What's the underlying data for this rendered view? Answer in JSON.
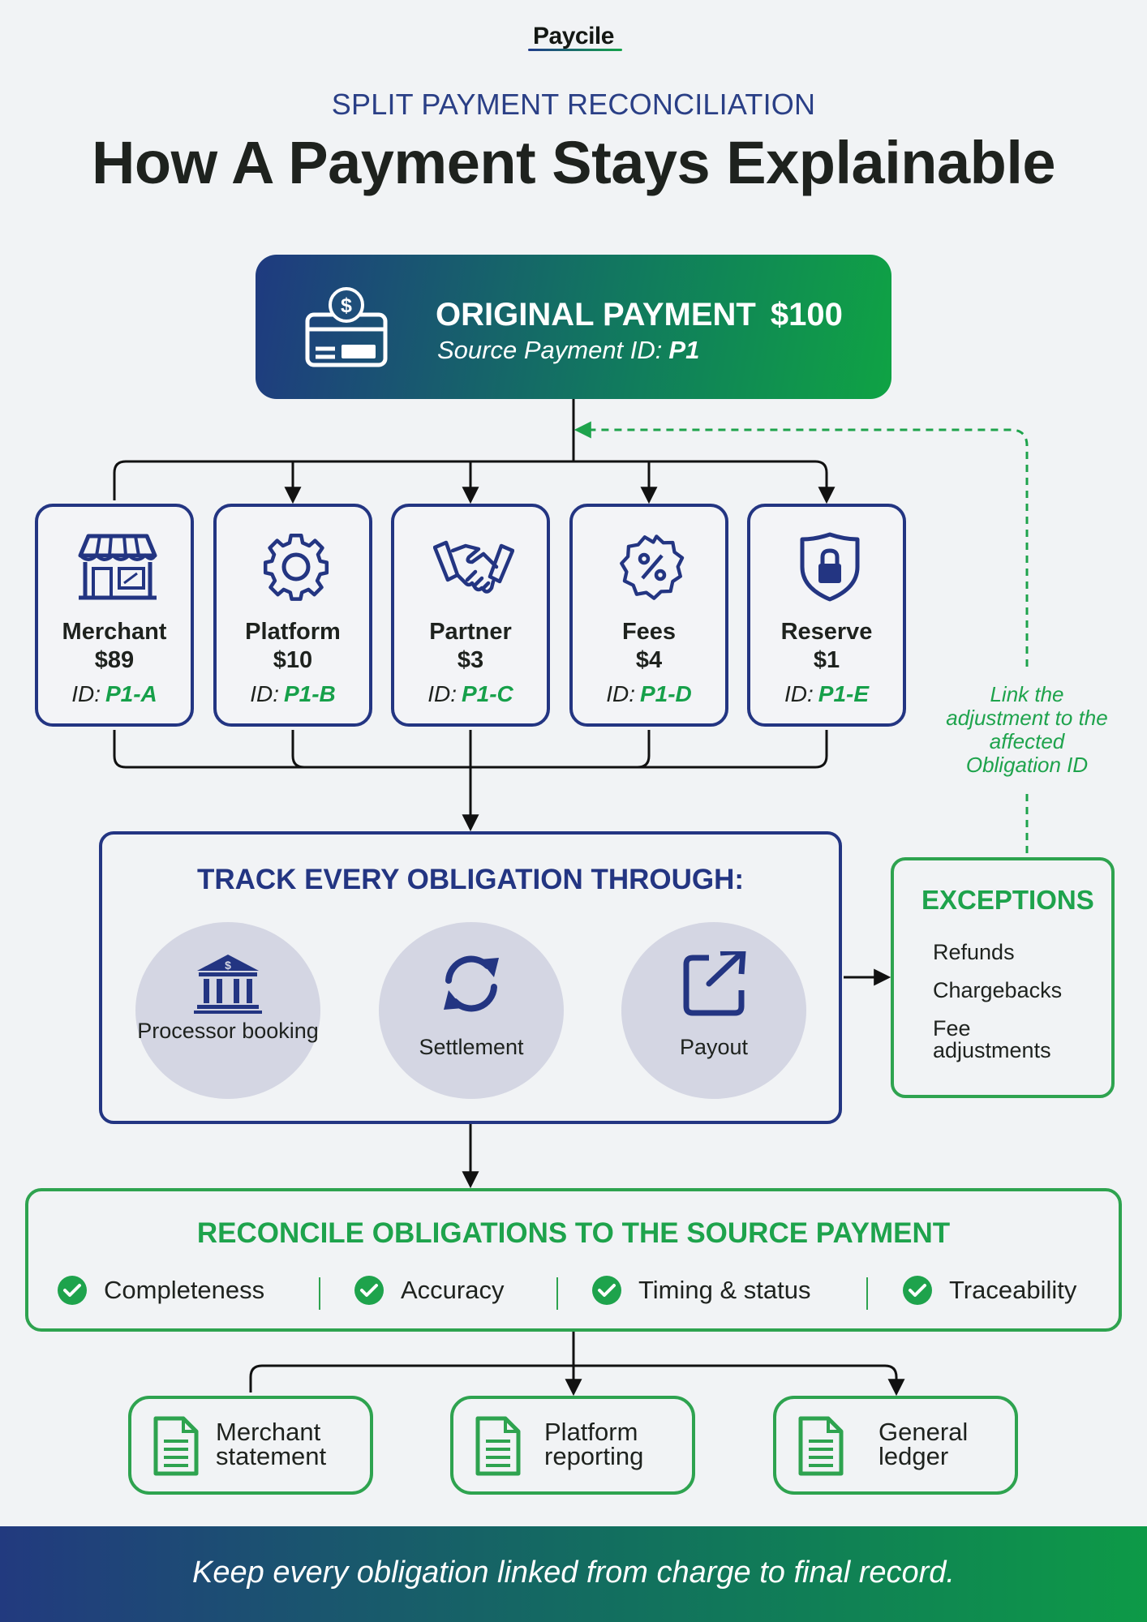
{
  "brand": {
    "logo": "Paycile"
  },
  "header": {
    "eyebrow": "SPLIT PAYMENT RECONCILIATION",
    "title": "How A Payment Stays Explainable"
  },
  "original_payment": {
    "label": "ORIGINAL PAYMENT",
    "amount": "$100",
    "source_label": "Source Payment ID:",
    "source_id": "P1",
    "icon": "payment-card-icon"
  },
  "obligations": [
    {
      "name": "Merchant",
      "amount": "$89",
      "id_label": "ID:",
      "id": "P1-A",
      "icon": "storefront-icon"
    },
    {
      "name": "Platform",
      "amount": "$10",
      "id_label": "ID:",
      "id": "P1-B",
      "icon": "gear-icon"
    },
    {
      "name": "Partner",
      "amount": "$3",
      "id_label": "ID:",
      "id": "P1-C",
      "icon": "handshake-icon"
    },
    {
      "name": "Fees",
      "amount": "$4",
      "id_label": "ID:",
      "id": "P1-D",
      "icon": "percent-badge-icon"
    },
    {
      "name": "Reserve",
      "amount": "$1",
      "id_label": "ID:",
      "id": "P1-E",
      "icon": "lock-shield-icon"
    }
  ],
  "link_note": "Link the adjustment to the affected Obligation ID",
  "track": {
    "title": "TRACK EVERY OBLIGATION THROUGH:",
    "stages": [
      {
        "label": "Processor booking",
        "icon": "bank-icon"
      },
      {
        "label": "Settlement",
        "icon": "sync-icon"
      },
      {
        "label": "Payout",
        "icon": "external-link-icon"
      }
    ]
  },
  "exceptions": {
    "title": "EXCEPTIONS",
    "items": [
      "Refunds",
      "Chargebacks",
      "Fee adjustments"
    ]
  },
  "reconcile": {
    "title": "RECONCILE OBLIGATIONS TO THE SOURCE PAYMENT",
    "checks": [
      "Completeness",
      "Accuracy",
      "Timing & status",
      "Traceability"
    ]
  },
  "reports": [
    {
      "label": "Merchant statement",
      "icon": "document-icon"
    },
    {
      "label": "Platform reporting",
      "icon": "document-icon"
    },
    {
      "label": "General ledger",
      "icon": "document-icon"
    }
  ],
  "footer": {
    "tagline": "Keep every obligation linked from charge to final record."
  },
  "colors": {
    "navy": "#233582",
    "green": "#1ea34c",
    "background": "#f1f3f5"
  }
}
